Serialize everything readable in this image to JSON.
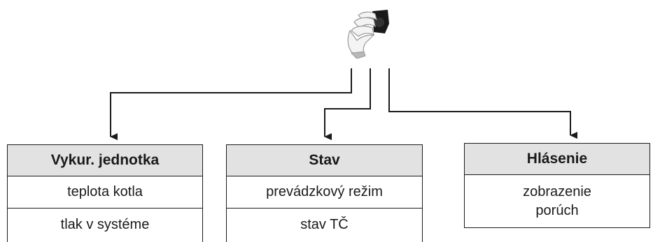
{
  "boxes": {
    "jednotka": {
      "title": "Vykur. jednotka",
      "rows": [
        "teplota kotla",
        "tlak v systéme"
      ]
    },
    "stav": {
      "title": "Stav",
      "rows": [
        "prevádzkový režim",
        "stav TČ"
      ]
    },
    "hlasenie": {
      "title": "Hlásenie",
      "rows": [
        "zobrazenie",
        "porúch"
      ]
    }
  },
  "icons": {
    "top": "hand-turning-knob-icon"
  },
  "colors": {
    "header_fill": "#e2e2e2",
    "line": "#1a1a1a"
  }
}
